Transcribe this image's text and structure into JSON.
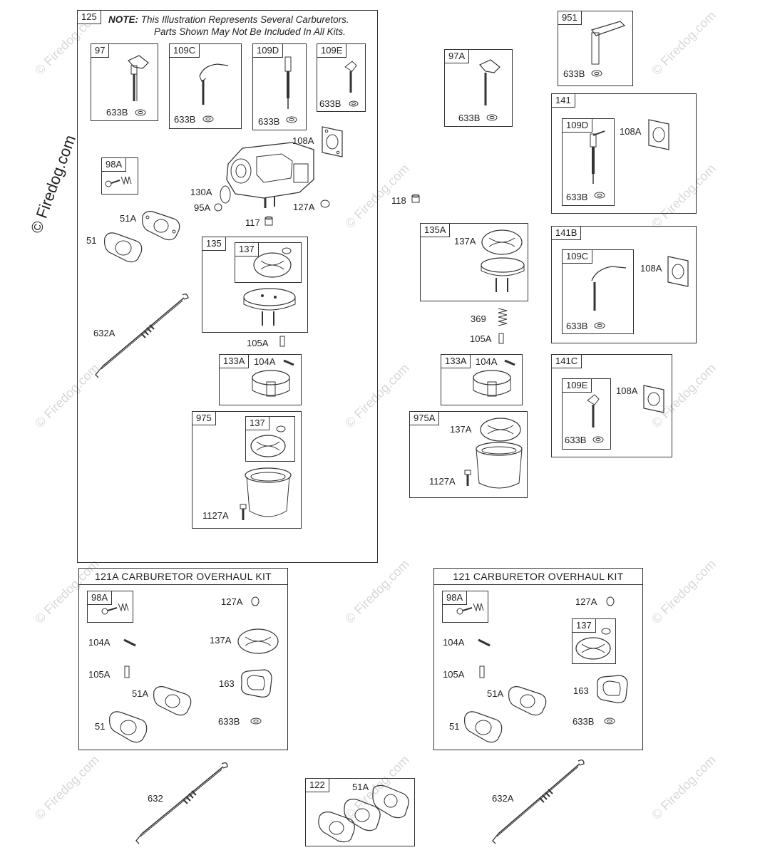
{
  "watermark": {
    "text": "© Firedog.com",
    "side_text": "© Firedog.com"
  },
  "main": {
    "tag": "125",
    "note_bold": "NOTE:",
    "note_line1": " This Illustration Represents Several Carburetors.",
    "note_line2": "Parts Shown May Not Be Included In All Kits.",
    "boxes": {
      "b97": "97",
      "b109c": "109C",
      "b109d": "109D",
      "b109e": "109E",
      "b98a": "98A",
      "b135": "135",
      "b137": "137",
      "b133a": "133A",
      "b975": "975",
      "b137b": "137"
    },
    "labels": {
      "l633b1": "633B",
      "l633b2": "633B",
      "l633b3": "633B",
      "l633b4": "633B",
      "l108a": "108A",
      "l130a": "130A",
      "l95a": "95A",
      "l117": "117",
      "l127a": "127A",
      "l51a": "51A",
      "l51": "51",
      "l632a": "632A",
      "l105a": "105A",
      "l104a": "104A",
      "l1127a": "1127A"
    }
  },
  "right": {
    "boxes": {
      "b97a": "97A",
      "b951": "951",
      "b141": "141",
      "b109d": "109D",
      "b135a": "135A",
      "b141b": "141B",
      "b109c": "109C",
      "b133a": "133A",
      "b141c": "141C",
      "b109e": "109E",
      "b975a": "975A"
    },
    "labels": {
      "l633b_97a": "633B",
      "l633b_951": "633B",
      "l108a_141": "108A",
      "l633b_141": "633B",
      "l118": "118",
      "l137a_135a": "137A",
      "l108a_141b": "108A",
      "l633b_141b": "633B",
      "l369": "369",
      "l105a": "105A",
      "l104a": "104A",
      "l108a_141c": "108A",
      "l633b_141c": "633B",
      "l137a_975a": "137A",
      "l1127a": "1127A"
    }
  },
  "kit121a": {
    "title": "121A CARBURETOR OVERHAUL KIT",
    "tag98a": "98A",
    "labels": {
      "l127a": "127A",
      "l104a": "104A",
      "l137a": "137A",
      "l105a": "105A",
      "l51a": "51A",
      "l163": "163",
      "l51": "51",
      "l633b": "633B"
    }
  },
  "kit121": {
    "title": "121 CARBURETOR OVERHAUL KIT",
    "tag98a": "98A",
    "tag137": "137",
    "labels": {
      "l127a": "127A",
      "l104a": "104A",
      "l105a": "105A",
      "l51a": "51A",
      "l163": "163",
      "l51": "51",
      "l633b": "633B"
    }
  },
  "bottom": {
    "l632": "632",
    "tag122": "122",
    "l51a": "51A",
    "l632a": "632A"
  }
}
